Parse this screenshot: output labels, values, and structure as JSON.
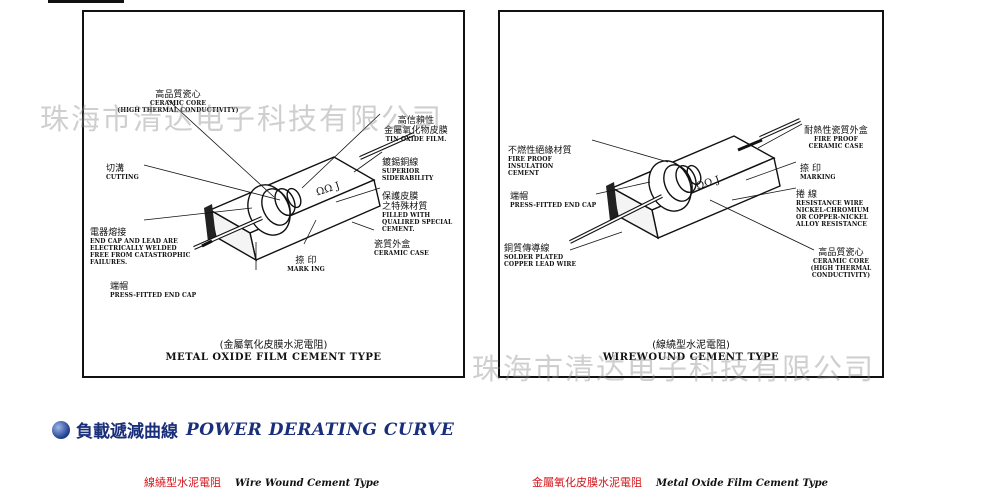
{
  "left_diagram": {
    "caption_zh": "(金屬氧化皮膜水泥電阻)",
    "caption_en": "METAL OXIDE FILM CEMENT TYPE",
    "marking": "ΩΩ J",
    "labels": {
      "ceramic_core": {
        "zh": "高品質瓷心",
        "en": "CERAMIC CORE\n(HIGH THERMAL CONDUCTIVITY)"
      },
      "film": {
        "zh": "高信賴性\n金屬氧化物皮膜",
        "en": "TIN OXIDE FILM."
      },
      "cutting": {
        "zh": "切溝",
        "en": "CUTTING"
      },
      "lead": {
        "zh": "鍍錫銅線",
        "en": "SUPERIOR\nSIDERABILITY"
      },
      "filling": {
        "zh": "保護皮膜\n之特殊材質",
        "en": "FILLED WITH\nQUALIRED SPECIAL\nCEMENT."
      },
      "weld": {
        "zh": "電器熔接",
        "en": "END CAP AND LEAD ARE\nELECTRICALLY WELDED\nFREE FROM CATASTROPHIC\nFAILURES."
      },
      "case": {
        "zh": "瓷質外盒",
        "en": "CERAMIC CASE"
      },
      "marking": {
        "zh": "捺 印",
        "en": "MARK ING"
      },
      "end_cap": {
        "zh": "端帽",
        "en": "PRESS-FITTED END CAP"
      }
    }
  },
  "right_diagram": {
    "caption_zh": "(線繞型水泥電阻)",
    "caption_en": "WIREWOUND CEMENT TYPE",
    "marking": "ΩΩ J",
    "labels": {
      "insulation": {
        "zh": "不燃性絕緣材質",
        "en": "FIRE PROOF\nINSULATION\nCEMENT"
      },
      "case": {
        "zh": "耐熱性瓷質外盒",
        "en": "FIRE PROOF\nCERAMIC CASE"
      },
      "end_cap": {
        "zh": "端帽",
        "en": "PRESS-FITTED END CAP"
      },
      "marking": {
        "zh": "捺 印",
        "en": "MARKING"
      },
      "wire": {
        "zh": "捲 線",
        "en": "RESISTANCE WIRE\nNICKEL-CHROMIUM\nOR COPPER-NICKEL\nALLOY RESISTANCE"
      },
      "lead": {
        "zh": "銅質傳導線",
        "en": "SOLDER PLATED\nCOPPER LEAD WIRE"
      },
      "core": {
        "zh": "高品質瓷心",
        "en": "CERAMIC CORE\n(HIGH THERMAL\nCONDUCTIVITY)"
      }
    }
  },
  "watermark": "珠海市清达电子科技有限公司",
  "section": {
    "title_zh": "負載遞減曲線",
    "title_en": "POWER DERATING CURVE"
  },
  "subtitles": [
    {
      "zh": "線繞型水泥電阻",
      "en": "Wire Wound Cement Type"
    },
    {
      "zh": "金屬氧化皮膜水泥電阻",
      "en": "Metal Oxide Film Cement Type"
    }
  ]
}
